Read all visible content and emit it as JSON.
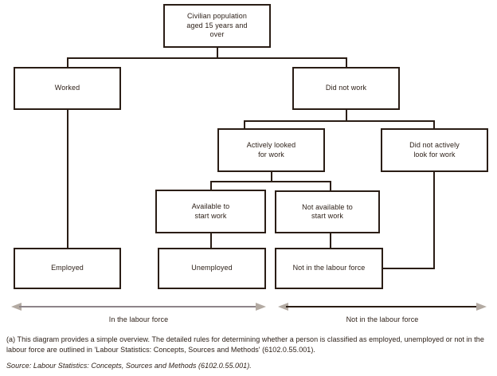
{
  "diagram": {
    "nodes": {
      "civilian_population": {
        "label": "Civilian population\naged 15 years and\nover"
      },
      "worked": {
        "label": "Worked"
      },
      "did_not_work": {
        "label": "Did not work"
      },
      "actively_looked": {
        "label": "Actively looked\nfor work"
      },
      "did_not_actively_look": {
        "label": "Did not actively\nlook for work"
      },
      "available_to_start": {
        "label": "Available to\nstart work"
      },
      "not_available_to_start": {
        "label": "Not available to\nstart work"
      },
      "employed": {
        "label": "Employed"
      },
      "unemployed": {
        "label": "Unemployed"
      },
      "not_in_labour_force": {
        "label": "Not in the labour force"
      }
    },
    "spans": {
      "in_labour_force": "In the labour force",
      "not_in_labour_force": "Not in the labour force"
    },
    "footnote": "(a) This diagram provides a simple overview. The detailed rules for determining whether a person is classified as employed, unemployed or not in the labour force are outlined in 'Labour Statistics: Concepts, Sources and Methods' (6102.0.55.001).",
    "source": "Source: Labour Statistics: Concepts, Sources and Methods (6102.0.55.001).",
    "colors": {
      "line": "#2a1d15",
      "arrow_head": "#b3aaa2",
      "left_arrow_shaft": "#8d8489",
      "right_arrow_shaft": "#2a1d15",
      "background": "#ffffff"
    }
  }
}
